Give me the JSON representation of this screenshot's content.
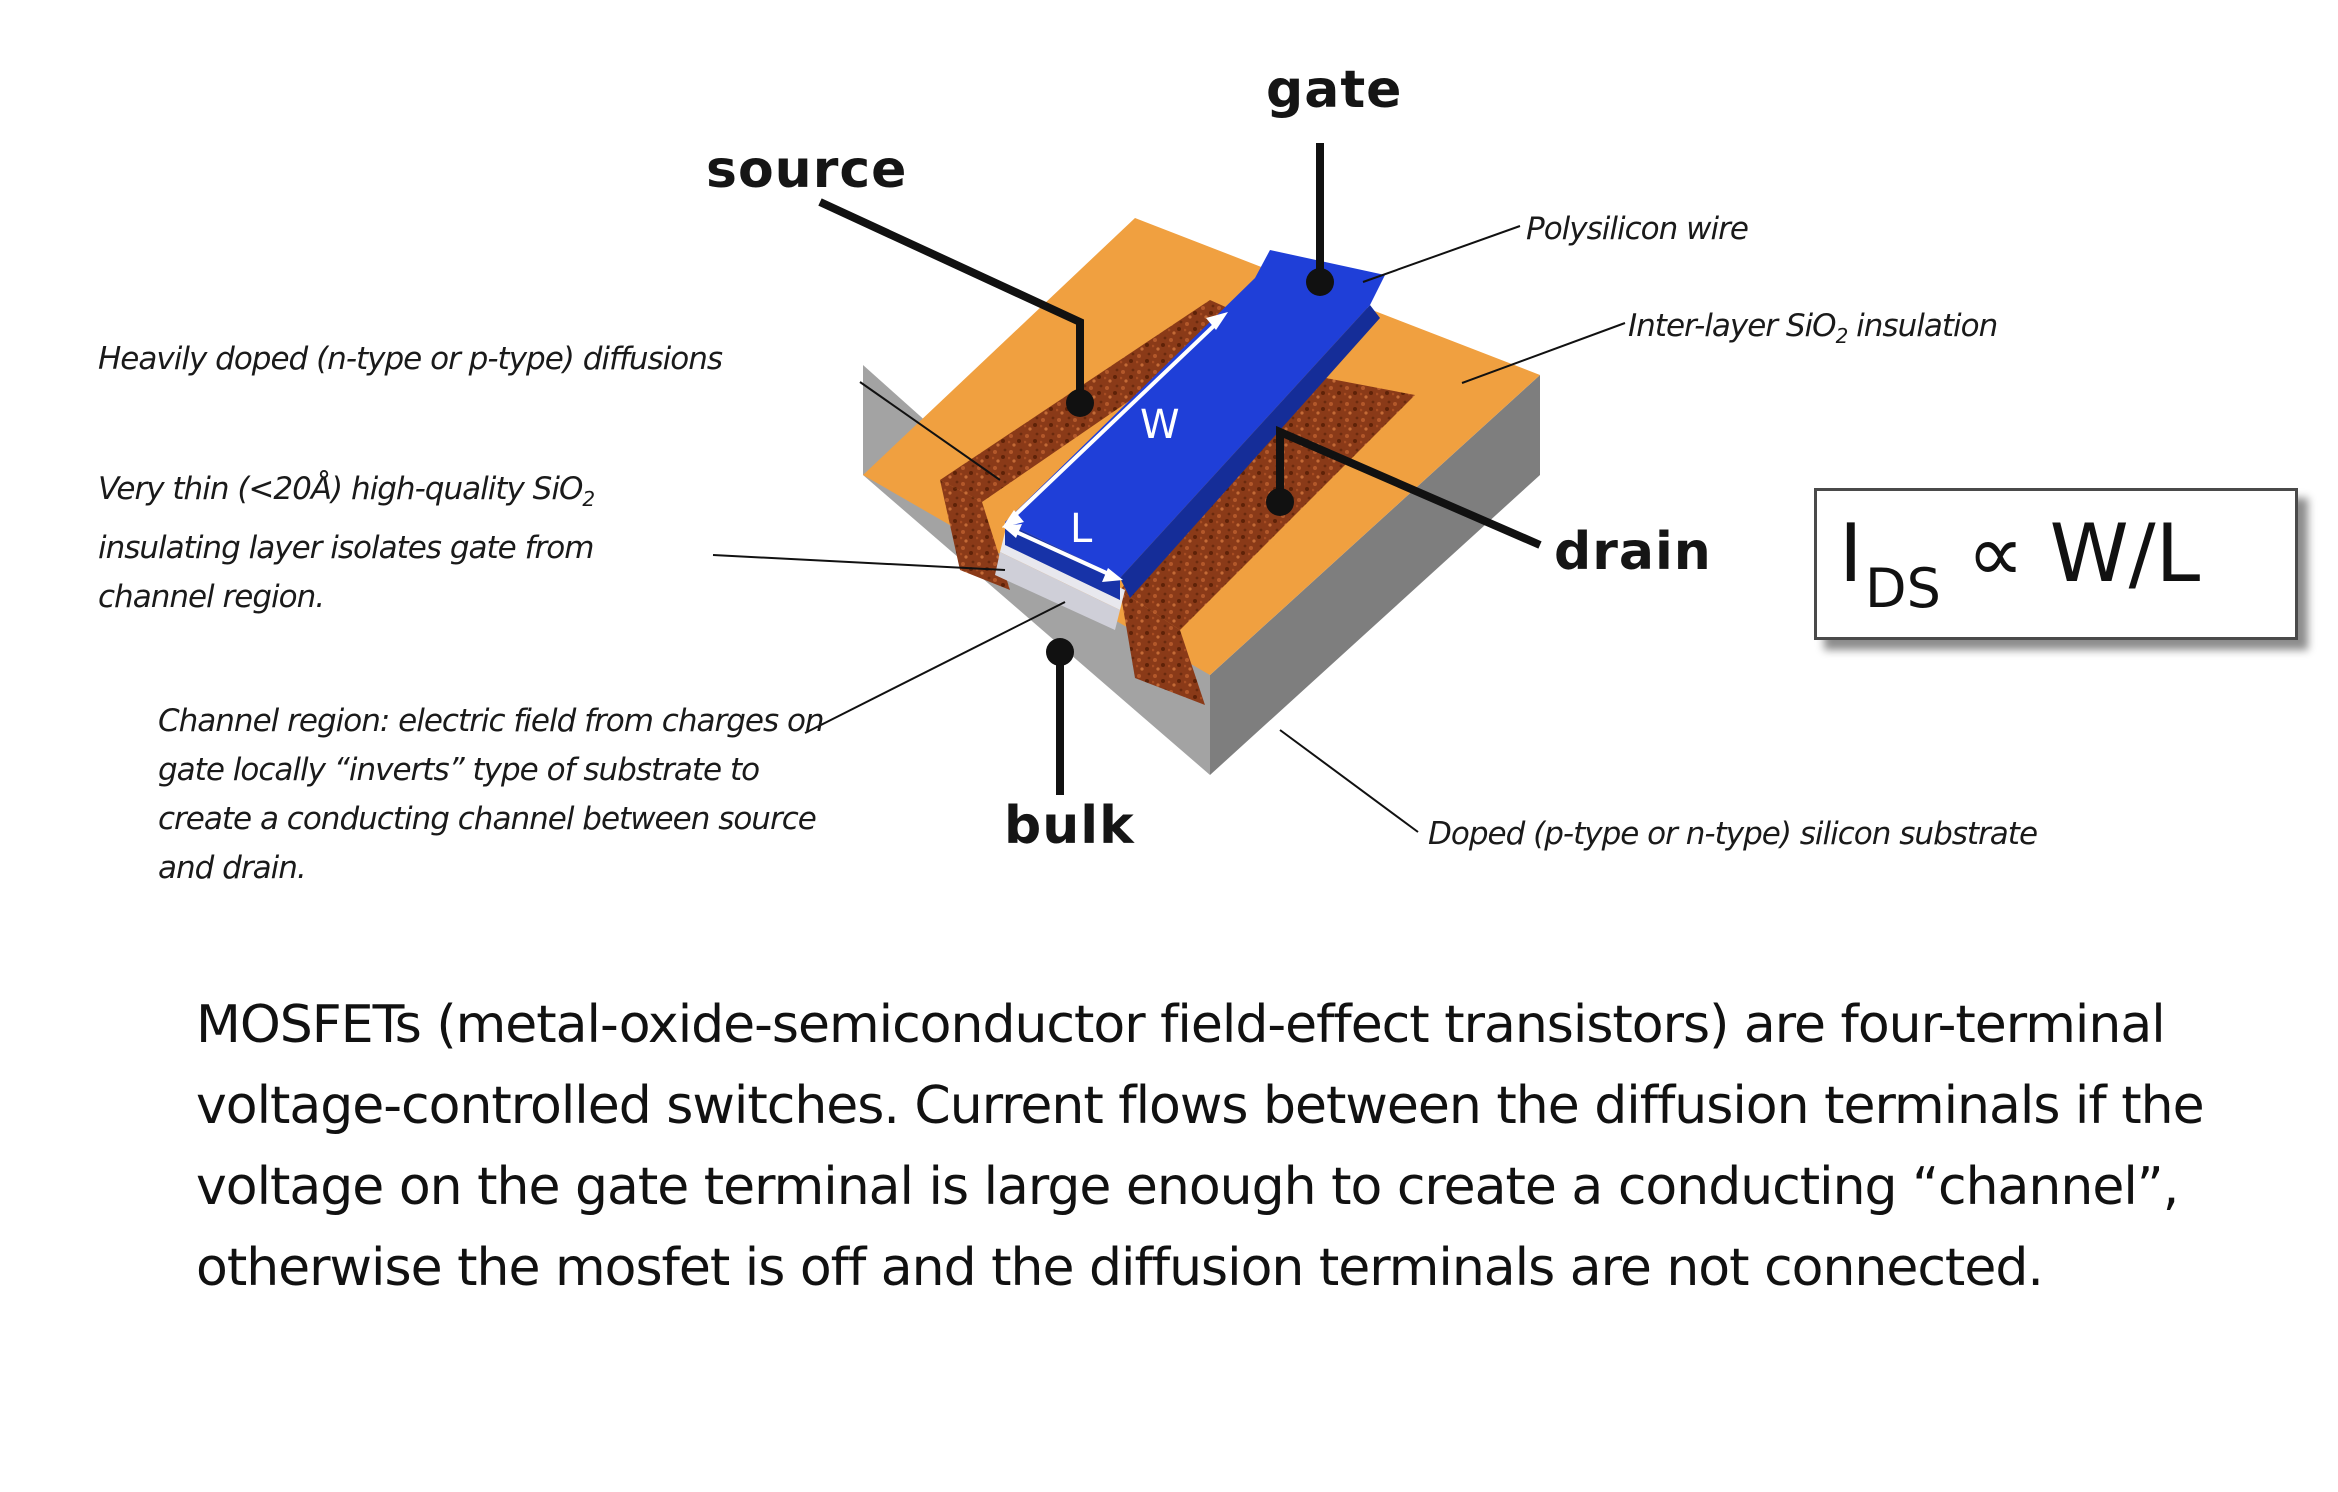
{
  "labels": {
    "gate": "gate",
    "source": "source",
    "drain": "drain",
    "bulk": "bulk",
    "width": "W",
    "length": "L"
  },
  "annotations": {
    "polysilicon": "Polysilicon wire",
    "interlayer_prefix": "Inter-layer SiO",
    "interlayer_sub": "2",
    "interlayer_suffix": " insulation",
    "diffusions": "Heavily doped (n-type or p-type) diffusions",
    "thin_oxide_line1_prefix": "Very thin (<20Å) high-quality SiO",
    "thin_oxide_line1_sub": "2",
    "thin_oxide_line2": "insulating layer isolates gate from",
    "thin_oxide_line3": "channel region.",
    "channel_line1": "Channel region: electric field from charges on",
    "channel_line2": "gate locally “inverts” type of substrate to",
    "channel_line3": "create a conducting channel between source",
    "channel_line4": "and drain.",
    "substrate": "Doped (p-type or n-type) silicon substrate"
  },
  "formula": {
    "main": "I",
    "subscript": "DS",
    "relation": "∝ W/L"
  },
  "description": "MOSFETs (metal-oxide-semiconductor field-effect transistors) are four-terminal voltage-controlled switches.  Current flows between the diffusion terminals if the voltage on the gate terminal is large enough to create a conducting “channel”, otherwise the mosfet is off and the diffusion terminals are not connected.",
  "colors": {
    "oxide": "#f0a040",
    "substrate_side": "#9a9a9a",
    "diffusion": "#8a3a18",
    "gate_poly": "#1f3fd8",
    "pointer": "#111111"
  }
}
